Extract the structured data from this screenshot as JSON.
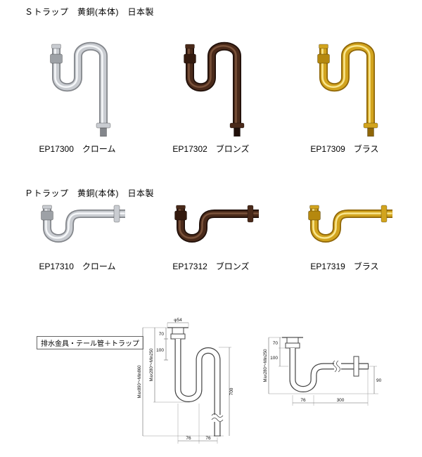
{
  "s_trap": {
    "heading": "Ｓトラップ　黄銅(本体)　日本製",
    "products": [
      {
        "caption": "EP17300　クローム",
        "colors": {
          "dark": "#83868b",
          "base": "#c9ccd1",
          "hi": "#f5f7f9",
          "nut": "#9da1a6"
        }
      },
      {
        "caption": "EP17302　ブロンズ",
        "colors": {
          "dark": "#20100a",
          "base": "#4a2a1a",
          "hi": "#7a523a",
          "nut": "#331a0e"
        }
      },
      {
        "caption": "EP17309　ブラス",
        "colors": {
          "dark": "#8f6608",
          "base": "#d2a41e",
          "hi": "#f9e68f",
          "nut": "#b5880e"
        }
      }
    ]
  },
  "p_trap": {
    "heading": "Ｐトラップ　黄銅(本体)　日本製",
    "products": [
      {
        "caption": "EP17310　クローム",
        "colors": {
          "dark": "#83868b",
          "base": "#c9ccd1",
          "hi": "#f5f7f9",
          "nut": "#9da1a6"
        }
      },
      {
        "caption": "EP17312　ブロンズ",
        "colors": {
          "dark": "#20100a",
          "base": "#4a2a1a",
          "hi": "#7a523a",
          "nut": "#331a0e"
        }
      },
      {
        "caption": "EP17319　ブラス",
        "colors": {
          "dark": "#8f6608",
          "base": "#d2a41e",
          "hi": "#f9e68f",
          "nut": "#b5880e"
        }
      }
    ]
  },
  "drawing": {
    "box_label": "排水金具・テール管＋トラップ",
    "left": {
      "dia": "φ54",
      "h70": "70",
      "h100": "100",
      "range_inner": "Max280〜Min250",
      "range_outer": "Max890〜Min860",
      "h700": "700",
      "w76a": "76",
      "w76b": "76"
    },
    "right": {
      "h70": "70",
      "h100": "100",
      "range": "Max280〜Min250",
      "h90": "90",
      "w76": "76",
      "w300": "300"
    }
  }
}
